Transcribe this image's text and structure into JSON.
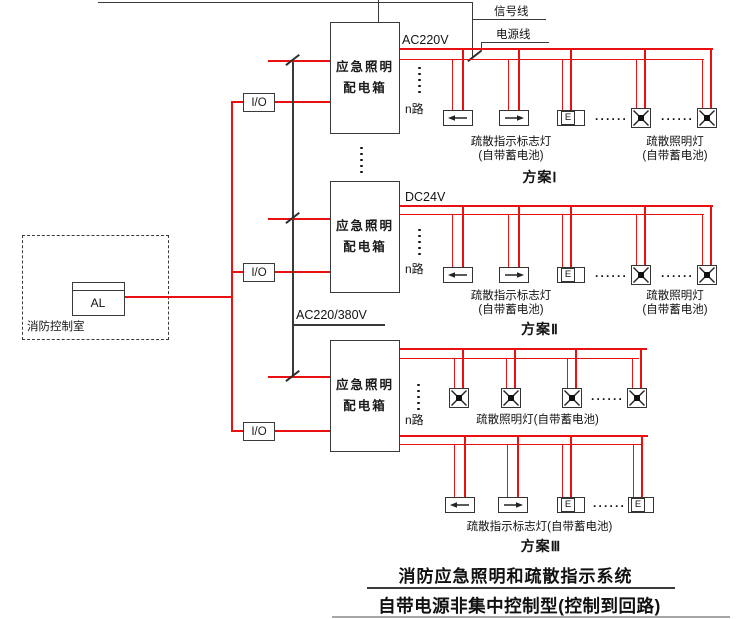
{
  "colors": {
    "wire_red": "#ea1010",
    "line_dark": "#3a3a3a"
  },
  "left": {
    "control_room_label": "消防控制室",
    "al_label": "AL",
    "io_label": "I/O",
    "feeder_label": "AC220/380V"
  },
  "dist_box": {
    "line1": "应急照明",
    "line2": "配电箱"
  },
  "wire_labels": {
    "signal": "信号线",
    "power": "电源线"
  },
  "common": {
    "n_routes": "n路",
    "ellipsis": "······",
    "e_lamp": "E"
  },
  "schemes": {
    "s1": {
      "name": "方案Ⅰ",
      "voltage": "AC220V",
      "sign_lamp_line1": "疏散指示标志灯",
      "sign_lamp_line2": "(自带蓄电池)",
      "light_lamp_line1": "疏散照明灯",
      "light_lamp_line2": "(自带蓄电池)"
    },
    "s2": {
      "name": "方案Ⅱ",
      "voltage": "DC24V",
      "sign_lamp_line1": "疏散指示标志灯",
      "sign_lamp_line2": "(自带蓄电池)",
      "light_lamp_line1": "疏散照明灯",
      "light_lamp_line2": "(自带蓄电池)"
    },
    "s3": {
      "name": "方案Ⅲ",
      "light_lamp_label": "疏散照明灯(自带蓄电池)",
      "sign_lamp_label": "疏散指示标志灯(自带蓄电池)"
    }
  },
  "footer": {
    "title": "消防应急照明和疏散指示系统",
    "subtitle": "自带电源非集中控制型(控制到回路)"
  }
}
